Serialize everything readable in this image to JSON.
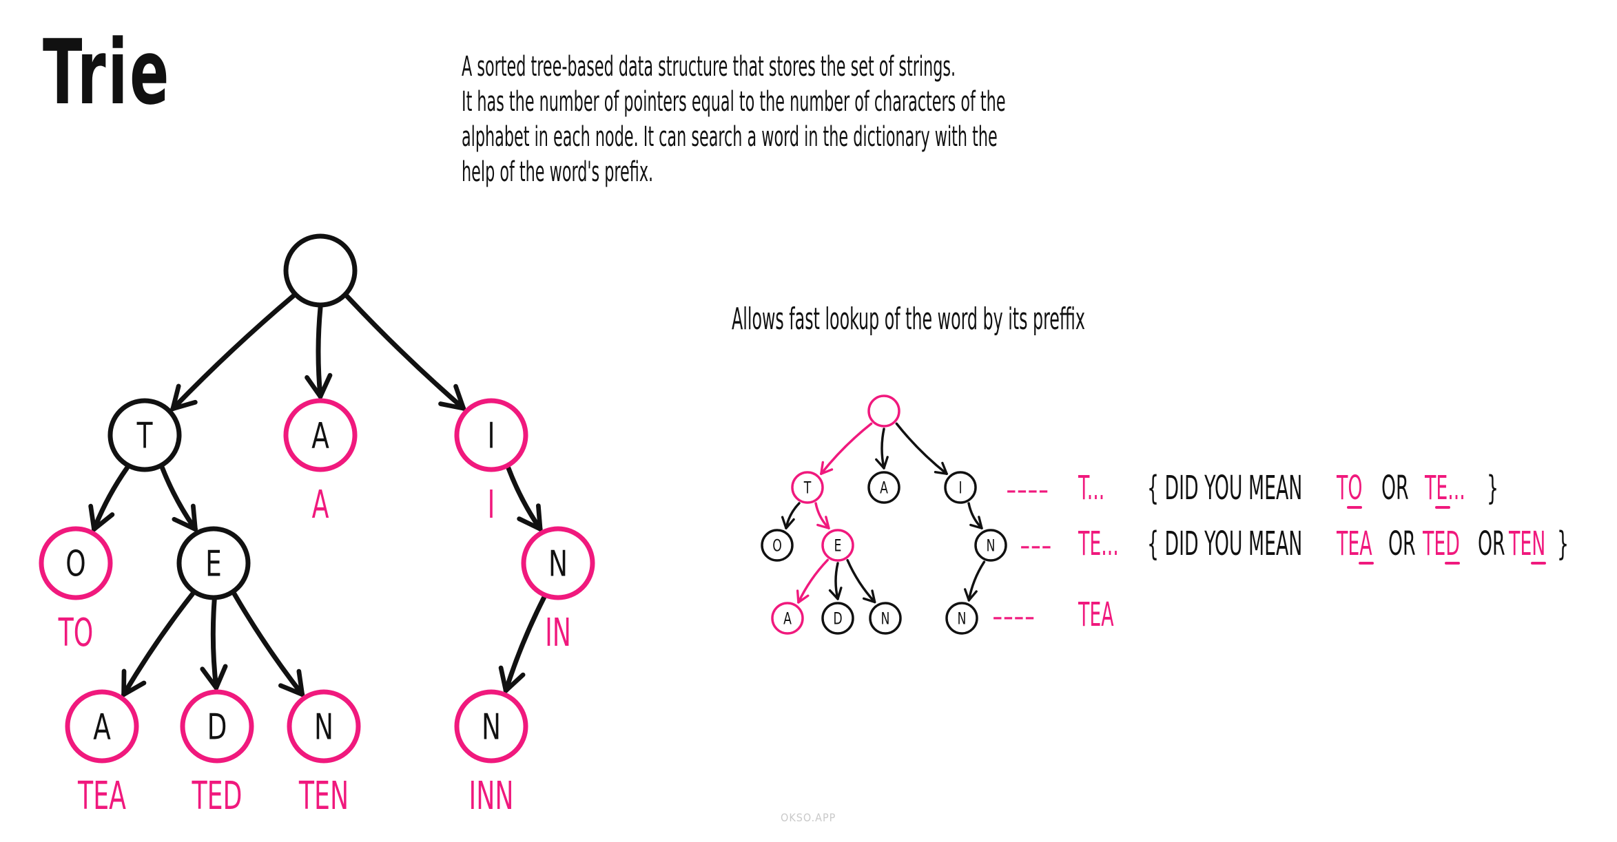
{
  "title": "Trie",
  "description": [
    "A sorted tree-based data structure that stores the set of strings.",
    "It has the number of pointers equal to the number of characters of the",
    "alphabet in each node. It can search a word in the dictionary with the",
    "help of the word's prefix."
  ],
  "subtitle": "Allows fast lookup of the word by its preffix",
  "footer": "OKSO.APP",
  "colors": {
    "ink": "#111111",
    "accent": "#f0197d",
    "footer": "#c9c9c9"
  },
  "big_tree": {
    "nodes": [
      {
        "id": "root",
        "letter": "",
        "word": "",
        "accent": false
      },
      {
        "id": "t",
        "letter": "T",
        "word": "",
        "accent": false
      },
      {
        "id": "a",
        "letter": "A",
        "word": "A",
        "accent": true
      },
      {
        "id": "i",
        "letter": "I",
        "word": "I",
        "accent": true
      },
      {
        "id": "o",
        "letter": "O",
        "word": "TO",
        "accent": true
      },
      {
        "id": "e",
        "letter": "E",
        "word": "",
        "accent": false
      },
      {
        "id": "n1",
        "letter": "N",
        "word": "IN",
        "accent": true
      },
      {
        "id": "ea",
        "letter": "A",
        "word": "TEA",
        "accent": true
      },
      {
        "id": "ed",
        "letter": "D",
        "word": "TED",
        "accent": true
      },
      {
        "id": "en",
        "letter": "N",
        "word": "TEN",
        "accent": true
      },
      {
        "id": "nn",
        "letter": "N",
        "word": "INN",
        "accent": true
      }
    ],
    "edges": [
      [
        "root",
        "t"
      ],
      [
        "root",
        "a"
      ],
      [
        "root",
        "i"
      ],
      [
        "t",
        "o"
      ],
      [
        "t",
        "e"
      ],
      [
        "i",
        "n1"
      ],
      [
        "e",
        "ea"
      ],
      [
        "e",
        "ed"
      ],
      [
        "e",
        "en"
      ],
      [
        "n1",
        "nn"
      ]
    ]
  },
  "small_tree": {
    "nodes": [
      {
        "id": "root",
        "letter": "",
        "accent": true
      },
      {
        "id": "t",
        "letter": "T",
        "accent": true
      },
      {
        "id": "a",
        "letter": "A",
        "accent": false
      },
      {
        "id": "i",
        "letter": "I",
        "accent": false
      },
      {
        "id": "o",
        "letter": "O",
        "accent": false
      },
      {
        "id": "e",
        "letter": "E",
        "accent": true
      },
      {
        "id": "n",
        "letter": "N",
        "accent": false
      },
      {
        "id": "ea",
        "letter": "A",
        "accent": true
      },
      {
        "id": "ed",
        "letter": "D",
        "accent": false
      },
      {
        "id": "en",
        "letter": "N",
        "accent": false
      },
      {
        "id": "nn",
        "letter": "N",
        "accent": false
      }
    ],
    "edges": [
      {
        "from": "root",
        "to": "t",
        "accent": true
      },
      {
        "from": "root",
        "to": "a",
        "accent": false
      },
      {
        "from": "root",
        "to": "i",
        "accent": false
      },
      {
        "from": "t",
        "to": "o",
        "accent": false
      },
      {
        "from": "t",
        "to": "e",
        "accent": true
      },
      {
        "from": "i",
        "to": "n",
        "accent": false
      },
      {
        "from": "e",
        "to": "ea",
        "accent": true
      },
      {
        "from": "e",
        "to": "ed",
        "accent": false
      },
      {
        "from": "e",
        "to": "en",
        "accent": false
      },
      {
        "from": "n",
        "to": "nn",
        "accent": false
      }
    ]
  },
  "lookups": [
    {
      "dashes": "----",
      "query": "T...",
      "prompt": "{ DID YOU MEAN",
      "options": [
        "TO",
        "TE..."
      ],
      "joiner": "OR",
      "close": "}"
    },
    {
      "dashes": "---",
      "query": "TE...",
      "prompt": "{ DID YOU MEAN",
      "options": [
        "TEA",
        "TED",
        "TEN"
      ],
      "joiner": "OR",
      "close": "}"
    },
    {
      "dashes": "----",
      "query": "TEA"
    }
  ]
}
